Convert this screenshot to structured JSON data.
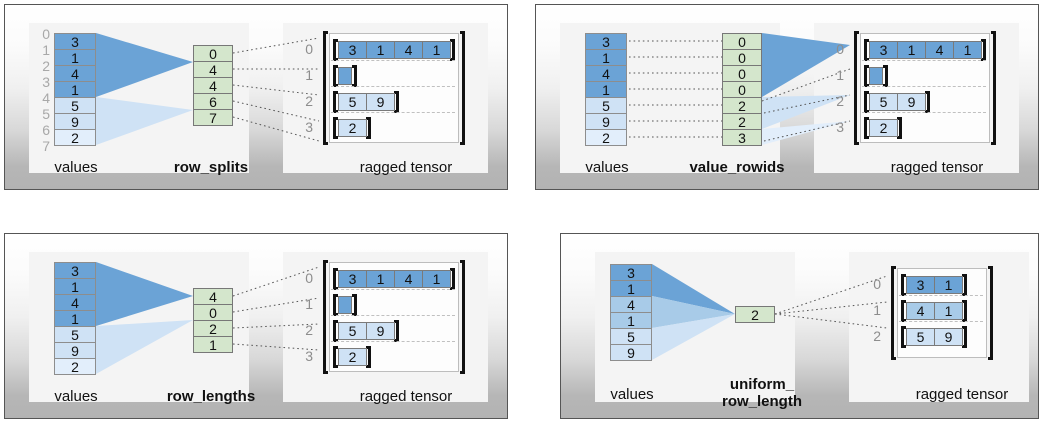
{
  "colors": {
    "blue_dark": "#6ba3d6",
    "blue_mid": "#a8cbe8",
    "blue_light": "#cfe2f5",
    "blue_lightest": "#e2eefb",
    "green": "#d4e6cc",
    "panel_border": "#555555",
    "card_bg": "#f4f4f4",
    "index_gray": "#a8a8a8",
    "dash_gray": "#777777"
  },
  "panels": [
    {
      "id": "row-splits",
      "values_caption": "values",
      "aux_caption": "row_splits",
      "tensor_caption": "ragged tensor",
      "values": [
        3,
        1,
        4,
        1,
        5,
        9,
        2
      ],
      "value_index_labels": [
        "0",
        "1",
        "2",
        "3",
        "4",
        "5",
        "6",
        "7"
      ],
      "aux": [
        "0",
        "4",
        "4",
        "6",
        "7"
      ],
      "rows": [
        {
          "label": "0",
          "cells": [
            3,
            1,
            4,
            1
          ]
        },
        {
          "label": "1",
          "cells": []
        },
        {
          "label": "2",
          "cells": [
            5,
            9
          ]
        },
        {
          "label": "3",
          "cells": [
            2
          ]
        }
      ]
    },
    {
      "id": "value-rowids",
      "values_caption": "values",
      "aux_caption": "value_rowids",
      "tensor_caption": "ragged tensor",
      "values": [
        3,
        1,
        4,
        1,
        5,
        9,
        2
      ],
      "value_index_labels": [],
      "aux": [
        "0",
        "0",
        "0",
        "0",
        "2",
        "2",
        "3"
      ],
      "rows": [
        {
          "label": "0",
          "cells": [
            3,
            1,
            4,
            1
          ]
        },
        {
          "label": "1",
          "cells": []
        },
        {
          "label": "2",
          "cells": [
            5,
            9
          ]
        },
        {
          "label": "3",
          "cells": [
            2
          ]
        }
      ]
    },
    {
      "id": "row-lengths",
      "values_caption": "values",
      "aux_caption": "row_lengths",
      "tensor_caption": "ragged tensor",
      "values": [
        3,
        1,
        4,
        1,
        5,
        9,
        2
      ],
      "value_index_labels": [],
      "aux": [
        "4",
        "0",
        "2",
        "1"
      ],
      "rows": [
        {
          "label": "0",
          "cells": [
            3,
            1,
            4,
            1
          ]
        },
        {
          "label": "1",
          "cells": []
        },
        {
          "label": "2",
          "cells": [
            5,
            9
          ]
        },
        {
          "label": "3",
          "cells": [
            2
          ]
        }
      ]
    },
    {
      "id": "uniform-row-length",
      "values_caption": "values",
      "aux_caption": "uniform_\nrow_length",
      "tensor_caption": "ragged tensor",
      "values": [
        3,
        1,
        4,
        1,
        5,
        9
      ],
      "value_index_labels": [],
      "aux": [
        "2"
      ],
      "rows": [
        {
          "label": "0",
          "cells": [
            3,
            1
          ]
        },
        {
          "label": "1",
          "cells": [
            4,
            1
          ]
        },
        {
          "label": "2",
          "cells": [
            5,
            9
          ]
        }
      ]
    }
  ]
}
